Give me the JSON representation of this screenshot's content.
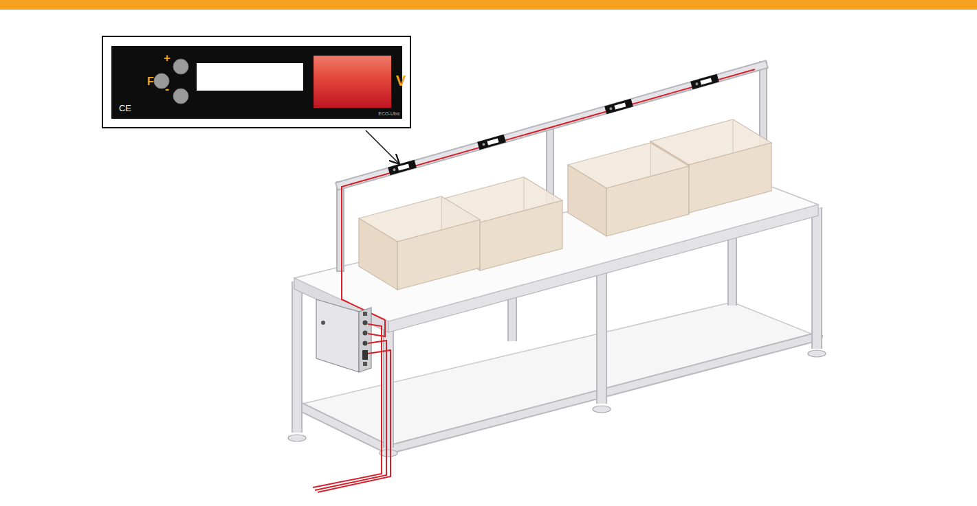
{
  "diagram": {
    "labels": [
      "+",
      "F",
      "-",
      "V",
      "CE",
      "ECO-Ubic"
    ]
  }
}
